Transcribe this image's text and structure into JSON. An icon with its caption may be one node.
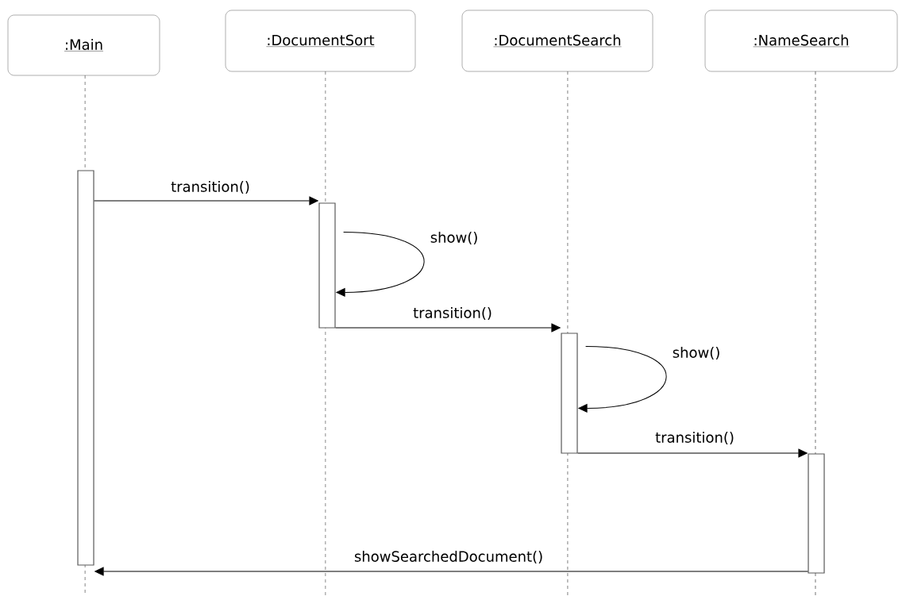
{
  "diagram": {
    "nodes": [
      {
        "text": [
          ":Main"
        ]
      },
      {
        "text": [
          ":DocumentSort"
        ]
      },
      {
        "text": [
          ":DocumentSearch"
        ]
      },
      {
        "text": [
          ":NameSearch"
        ]
      },
      {
        "text": [],
        "shape": "bar"
      },
      {
        "text": [],
        "shape": "bar"
      },
      {
        "text": [],
        "shape": "bar"
      },
      {
        "text": [],
        "shape": "bar"
      }
    ],
    "edges": [
      {
        "from": 4,
        "to": 5,
        "arrow": "to",
        "label": "transition()"
      },
      {
        "from": 5,
        "to": 5,
        "arrow": "to",
        "label": "show()"
      },
      {
        "from": 5,
        "to": 6,
        "arrow": "to",
        "label": "transition()"
      },
      {
        "from": 6,
        "to": 6,
        "arrow": "to",
        "label": "show()"
      },
      {
        "from": 6,
        "to": 7,
        "arrow": "to",
        "label": "transition()"
      },
      {
        "from": 7,
        "to": 4,
        "arrow": "to",
        "label": "showSearchedDocument()"
      }
    ]
  }
}
